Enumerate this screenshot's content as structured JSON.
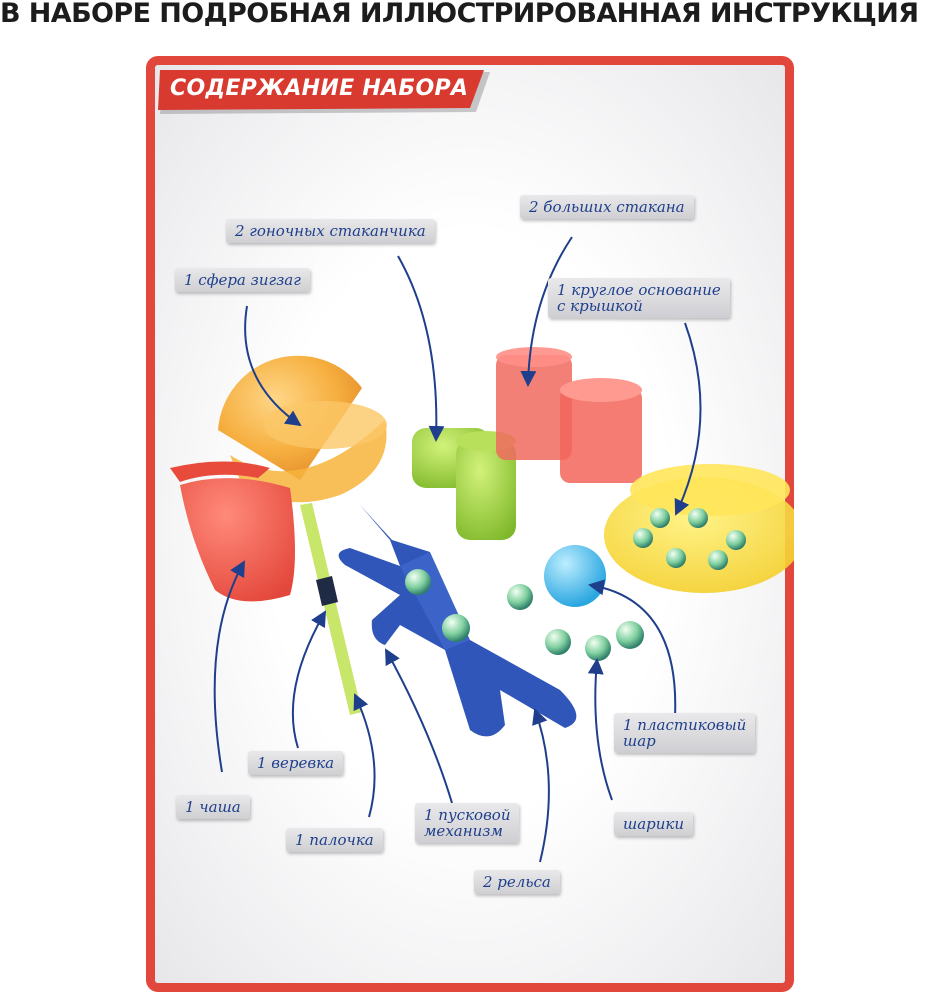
{
  "headline": "В НАБОРЕ ПОДРОБНАЯ ИЛЛЮСТРИРОВАННАЯ ИНСТРУКЦИЯ",
  "banner": "СОДЕРЖАНИЕ НАБОРА",
  "labels": {
    "racing_cups": "2 гоночных стаканчика",
    "big_cups": "2 больших стакана",
    "sphere": "1 сфера зигзаг",
    "base_line1": "1 круглое основание",
    "base_line2": "с крышкой",
    "ball_line1": "1 пластиковый",
    "ball_line2": "шар",
    "rope": "1 веревка",
    "bowl": "1 чаша",
    "stick": "1 палочка",
    "launcher_line1": "1 пусковой",
    "launcher_line2": "механизм",
    "marbles": "шарики",
    "rails": "2 рельса"
  },
  "colors": {
    "frame": "#e2473c",
    "banner": "#d83a30",
    "label_text": "#1f3f8c",
    "arrow": "#1f3f8c"
  }
}
